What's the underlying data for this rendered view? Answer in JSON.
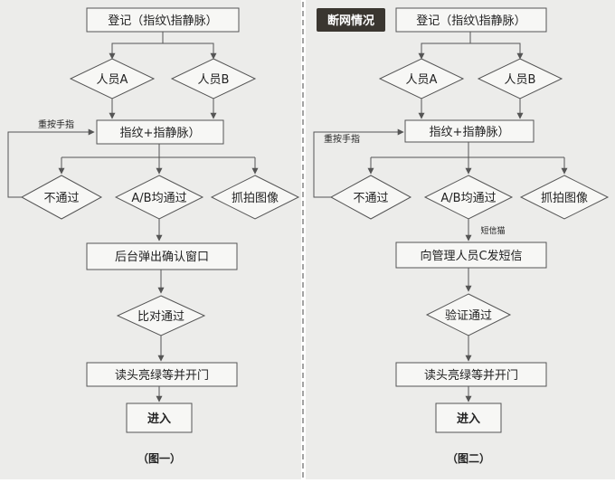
{
  "left": {
    "register": "登记（指纹\\指静脉）",
    "person_a": "人员A",
    "person_b": "人员B",
    "finger_input": "指纹+指静脉）",
    "repress": "重按手指",
    "fail": "不通过",
    "both_pass": "A/B均通过",
    "capture": "抓拍图像",
    "confirm_window": "后台弹出确认窗口",
    "compare_pass": "比对通过",
    "reader_light": "读头亮绿等并开门",
    "enter": "进入",
    "caption": "（图一）"
  },
  "right": {
    "offline_badge": "断网情况",
    "register": "登记（指纹\\指静脉）",
    "person_a": "人员A",
    "person_b": "人员B",
    "finger_input": "指纹+指静脉）",
    "repress": "重按手指",
    "fail": "不通过",
    "both_pass": "A/B均通过",
    "capture": "抓拍图像",
    "sms_cat": "短信猫",
    "send_sms": "向管理人员C发短信",
    "verify_pass": "验证通过",
    "reader_light": "读头亮绿等并开门",
    "enter": "进入",
    "caption": "（图二）"
  },
  "colors": {
    "panel_bg": "#ececea",
    "box_fill": "#f7f7f5",
    "stroke": "#555555",
    "badge_bg": "#3a3630",
    "badge_text": "#ffffff",
    "divider": "#666666"
  }
}
